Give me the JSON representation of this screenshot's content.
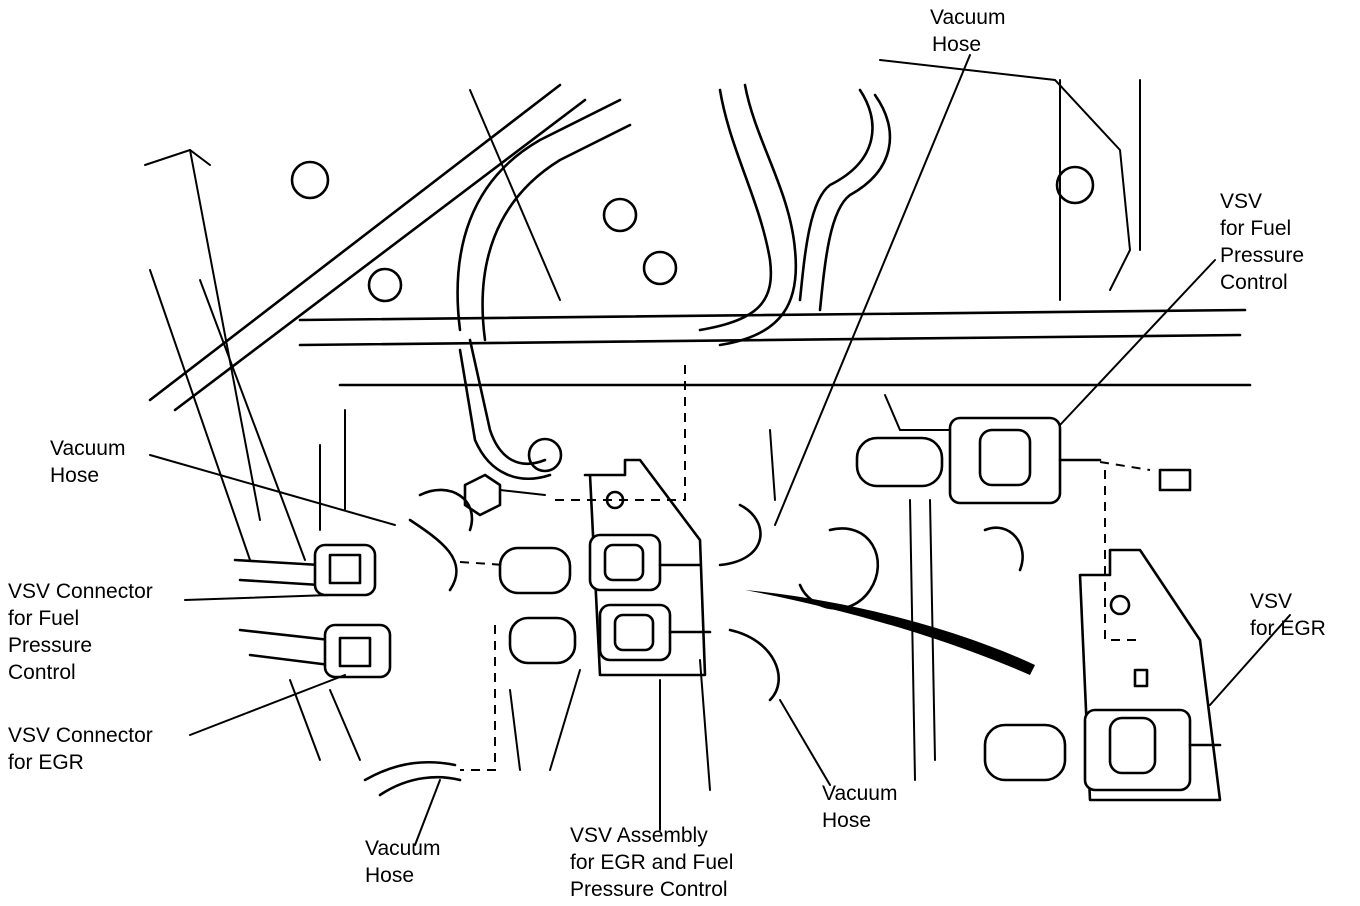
{
  "labels": {
    "vacuum_hose_top": [
      "Vacuum",
      "Hose"
    ],
    "vsv_fuel_pressure": [
      "VSV",
      "for Fuel",
      "Pressure",
      "Control"
    ],
    "vacuum_hose_left": [
      "Vacuum",
      "Hose"
    ],
    "vsv_connector_fuel": [
      "VSV Connector",
      "for Fuel",
      "Pressure",
      "Control"
    ],
    "vsv_connector_egr": [
      "VSV Connector",
      "for EGR"
    ],
    "vsv_egr": [
      "VSV",
      "for EGR"
    ],
    "vacuum_hose_right_bottom": [
      "Vacuum",
      "Hose"
    ],
    "vacuum_hose_bottom": [
      "Vacuum",
      "Hose"
    ],
    "vsv_assembly": [
      "VSV Assembly",
      "for EGR and Fuel",
      "Pressure Control"
    ]
  }
}
